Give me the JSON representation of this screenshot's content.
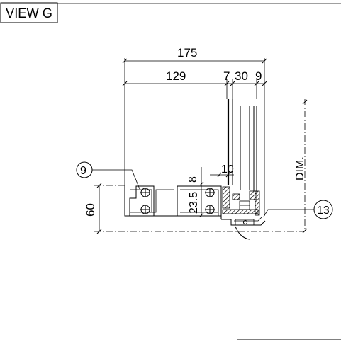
{
  "view_title": "VIEW G",
  "dimensions": {
    "overall_width": "175",
    "frame_width": "129",
    "gap_a": "7",
    "glass": "30",
    "gap_b": "9",
    "vertical_offset": "8",
    "setback": "10",
    "mid_height": "23.5",
    "sill_height": "60",
    "dim_label": "DIM."
  },
  "callouts": {
    "left": "9",
    "right": "13"
  }
}
